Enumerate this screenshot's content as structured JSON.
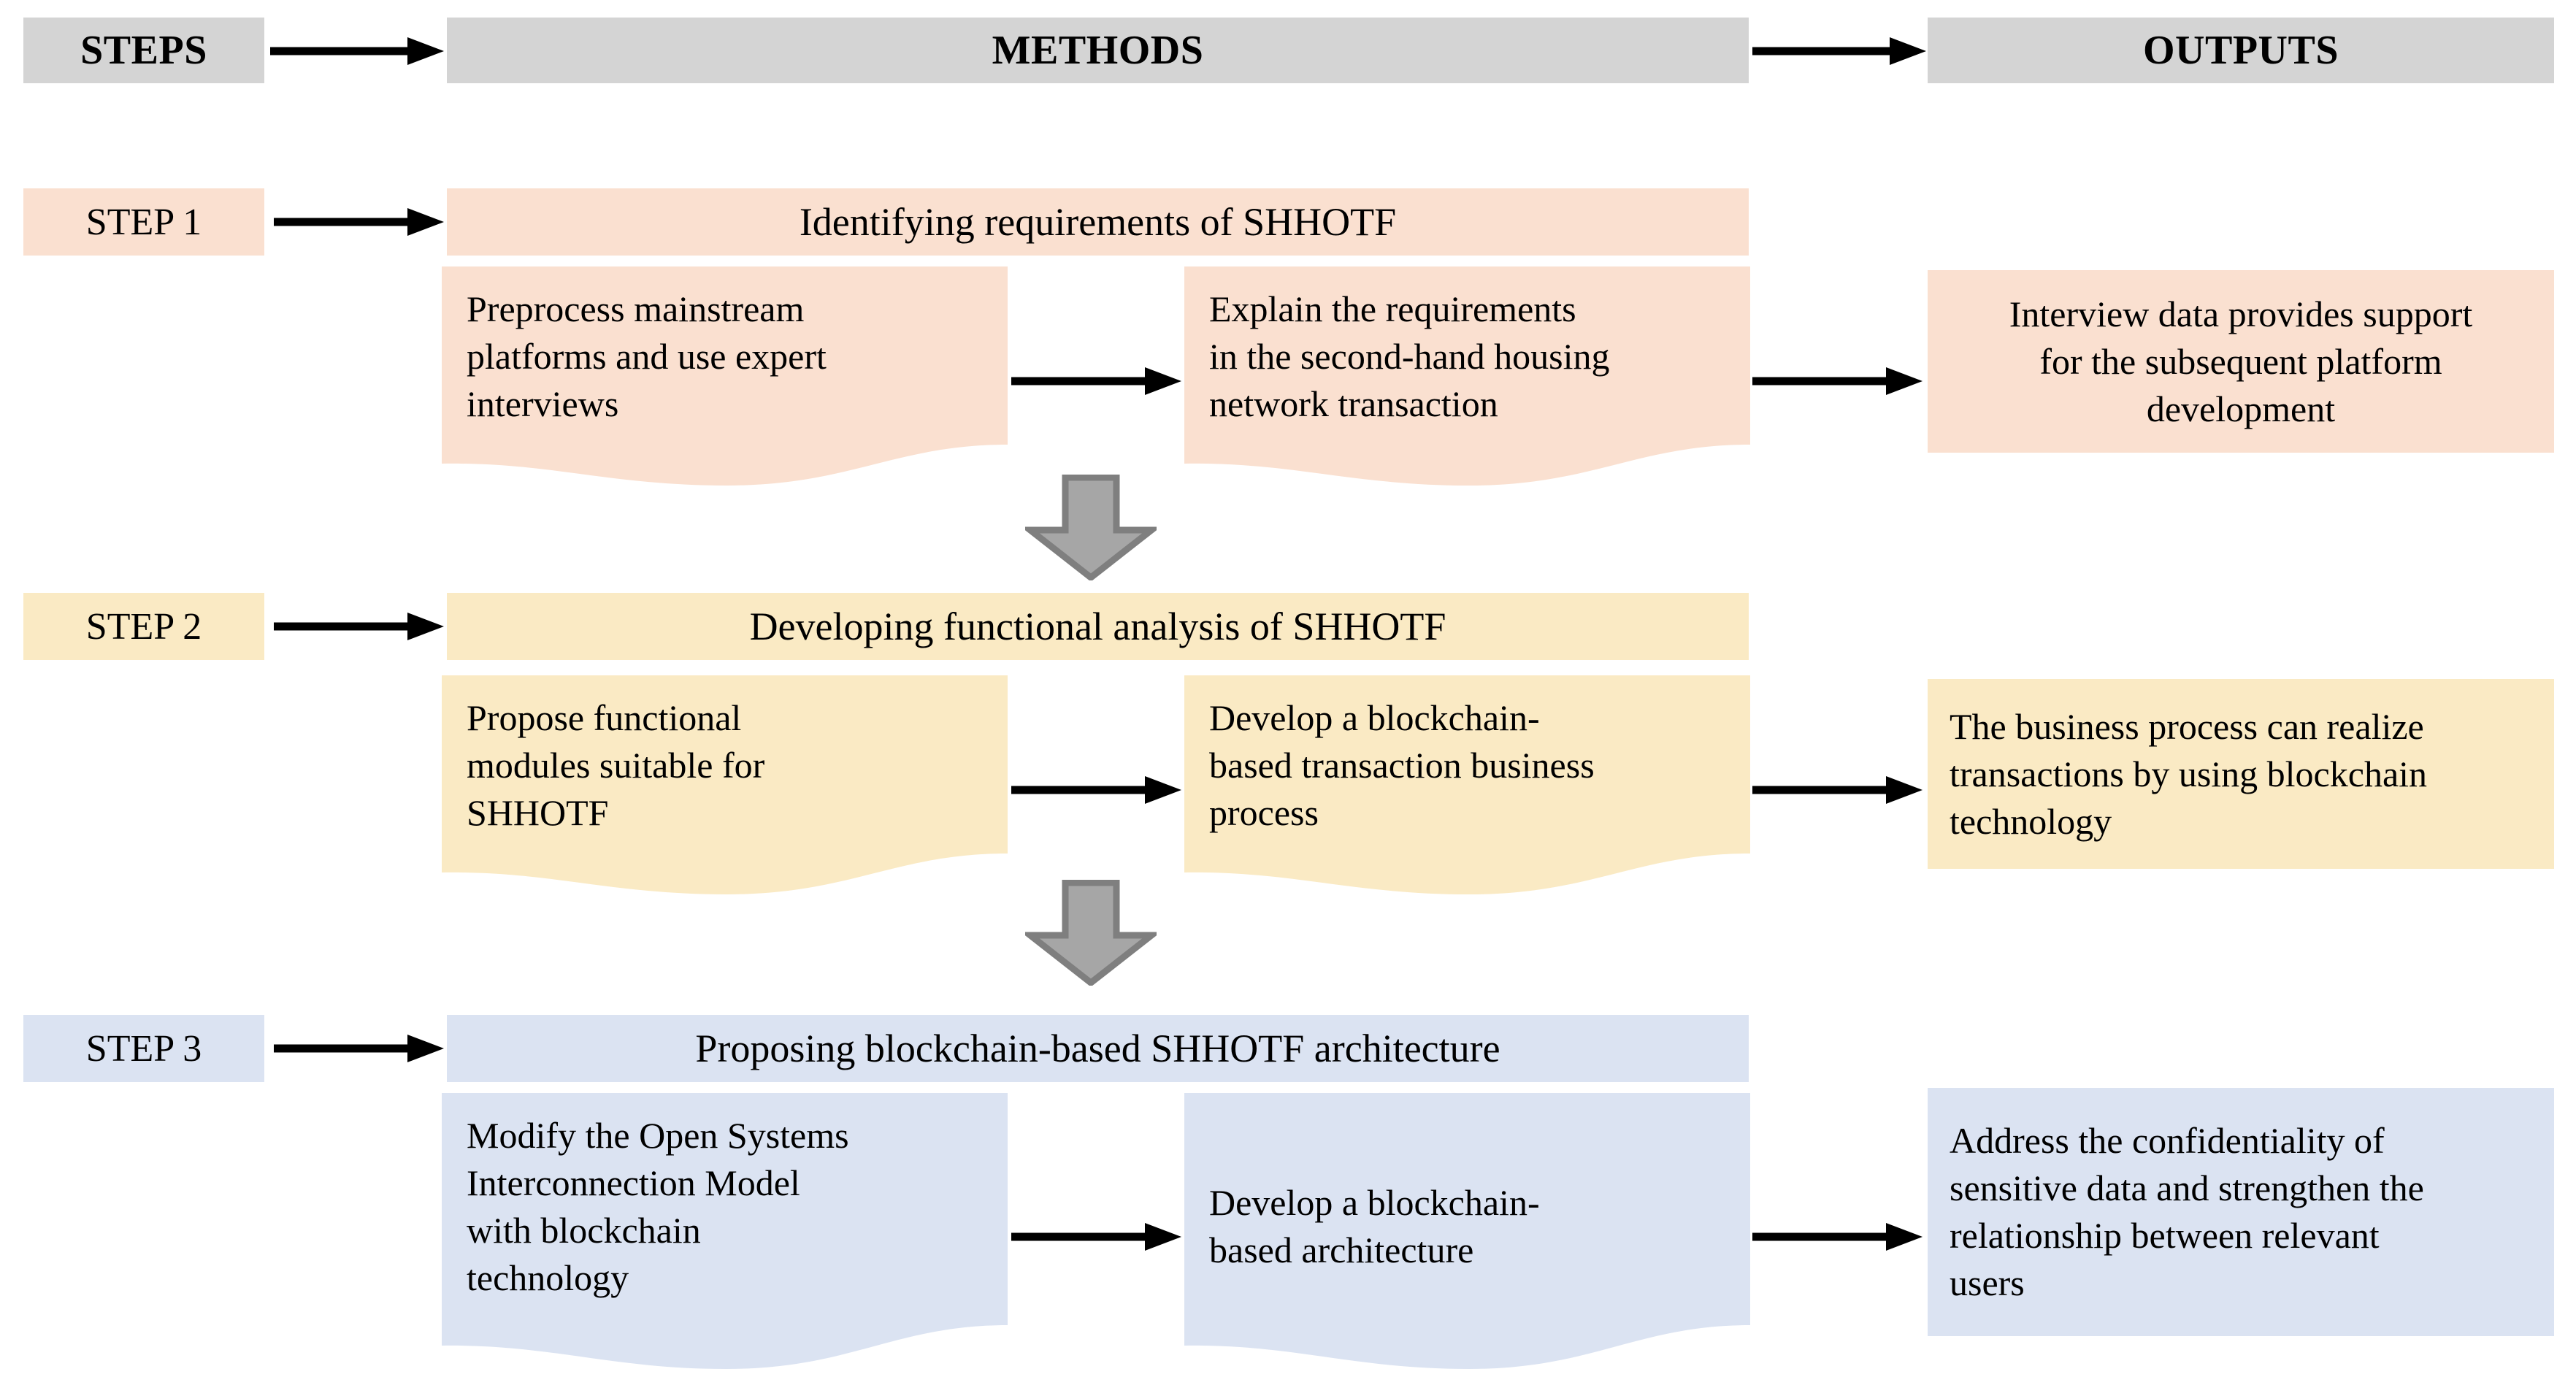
{
  "header": {
    "steps_label": "STEPS",
    "methods_label": "METHODS",
    "outputs_label": "OUTPUTS",
    "bar_color": "#d4d4d4"
  },
  "colors": {
    "step1": "#fae0d0",
    "step2": "#faeac4",
    "step3": "#dbe3f2",
    "header_gray": "#d4d4d4",
    "arrow_black": "#000000",
    "chevron_fill": "#a6a6a6",
    "chevron_stroke": "#7f7f7f"
  },
  "steps": [
    {
      "chip_label": "STEP 1",
      "title": "Identifying requirements of SHHOTF",
      "method_a": "Preprocess mainstream\nplatforms and use expert\ninterviews",
      "method_b": "Explain the requirements\nin the second-hand housing\nnetwork transaction",
      "output": "Interview data provides support\nfor the subsequent platform\ndevelopment",
      "output_align": "center"
    },
    {
      "chip_label": "STEP 2",
      "title": "Developing functional analysis of SHHOTF",
      "method_a": "Propose functional\nmodules suitable for\nSHHOTF",
      "method_b": "Develop a blockchain-\nbased transaction business\nprocess",
      "output": "The business process can realize\ntransactions by using blockchain\ntechnology",
      "output_align": "left"
    },
    {
      "chip_label": "STEP 3",
      "title": "Proposing blockchain-based SHHOTF architecture",
      "method_a": "Modify the Open Systems\nInterconnection Model\nwith blockchain\ntechnology",
      "method_b": "Develop a blockchain-\nbased architecture",
      "output": "Address the confidentiality of\nsensitive data and strengthen the\nrelationship between relevant\nusers",
      "output_align": "left"
    }
  ],
  "connectors": {
    "chevron_count": 2,
    "horizontal_arrow_count": 11
  }
}
